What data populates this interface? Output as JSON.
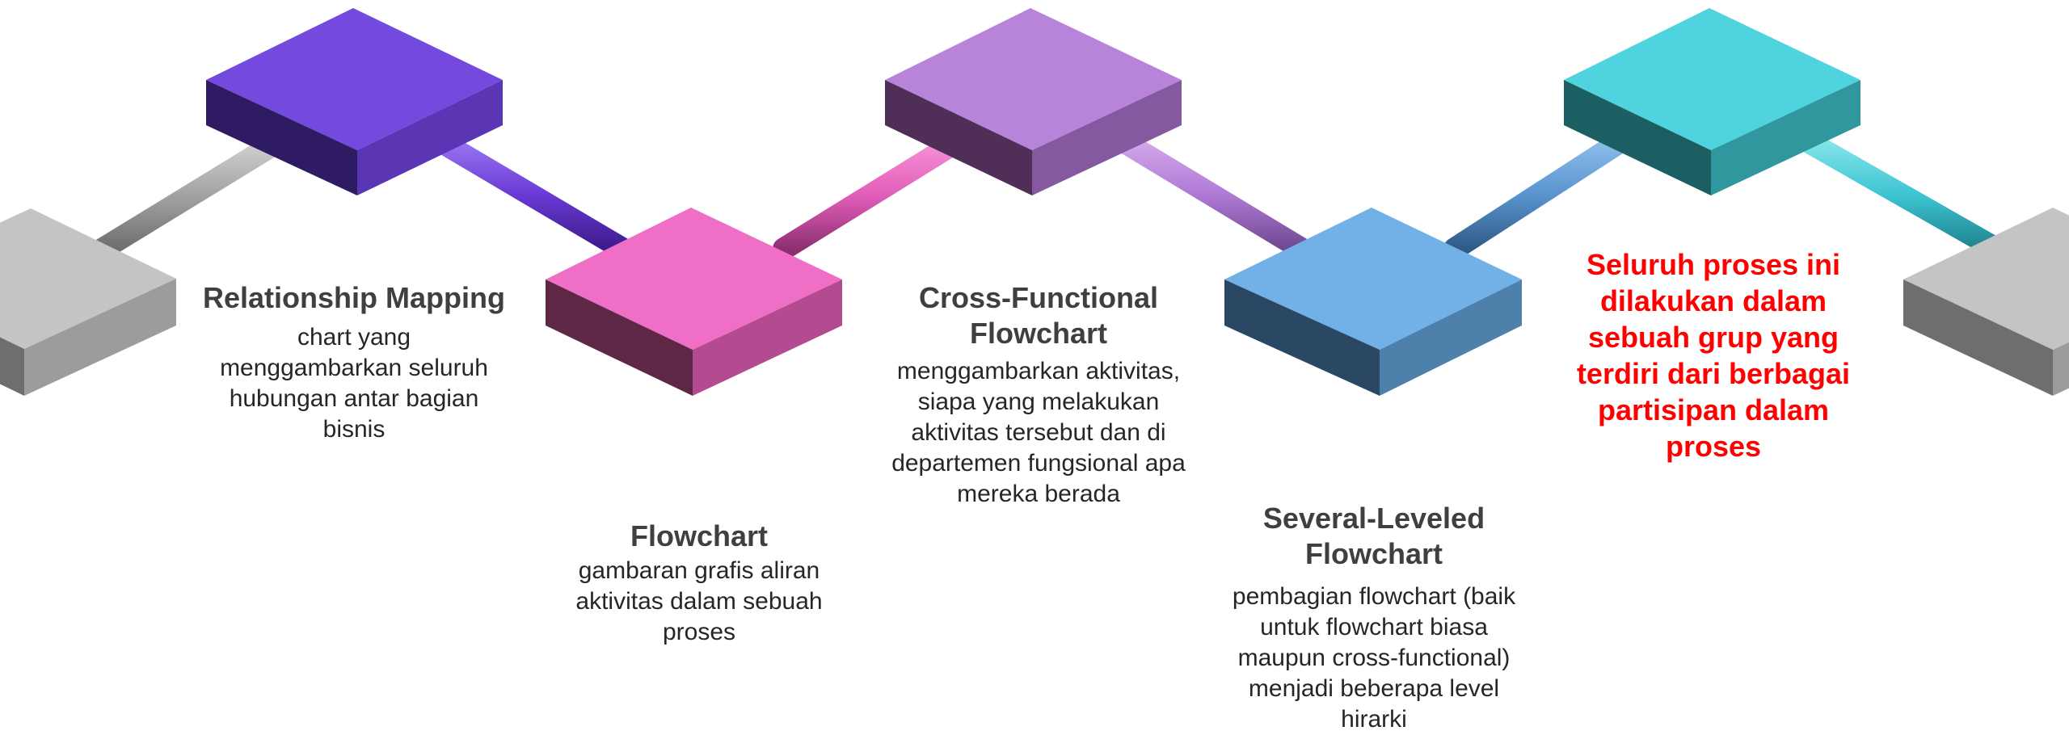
{
  "steps": [
    {
      "title": "Relationship Mapping",
      "description": "chart yang menggambarkan seluruh hubungan antar bagian bisnis",
      "color": "#7349de"
    },
    {
      "title": "Flowchart",
      "description": "gambaran grafis aliran aktivitas dalam sebuah proses",
      "color": "#ef6fc6"
    },
    {
      "title": "Cross-Functional Flowchart",
      "description": "menggambarkan aktivitas, siapa yang melakukan aktivitas tersebut dan di departemen fungsional apa mereka berada",
      "color": "#b884da"
    },
    {
      "title": "Several-Leveled Flowchart",
      "description": "pembagian flowchart (baik untuk flowchart biasa maupun cross-functional) menjadi beberapa level hirarki",
      "color": "#72b1e7"
    }
  ],
  "highlight": {
    "text": "Seluruh proses ini dilakukan dalam sebuah grup yang terdiri dari berbagai partisipan dalam proses",
    "color": "#ff0000",
    "block_color": "#4fd3de"
  },
  "end_blocks_color": "#c4c4c4",
  "connector_colors": [
    "#9a9a9a",
    "#6a3ad6",
    "#e15db8",
    "#b07ad6",
    "#5a94cf",
    "#3fc6d3"
  ]
}
